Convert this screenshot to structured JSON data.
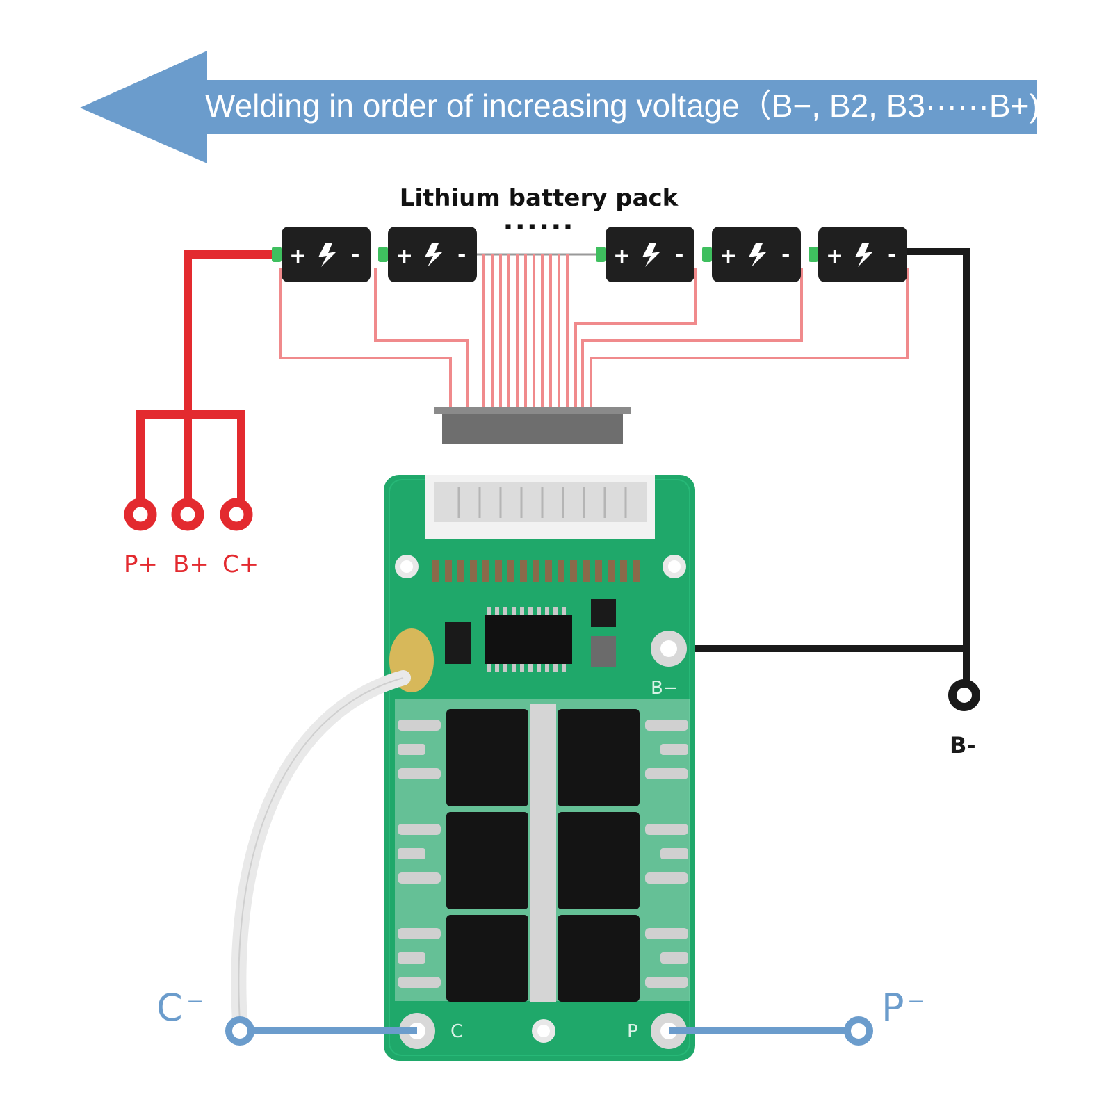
{
  "banner": {
    "text": "Welding in order of increasing voltage（B−, B2, B3······B+)"
  },
  "battery_pack": {
    "title": "Lithium battery pack",
    "ellipsis": "······",
    "cells": [
      {
        "plus": "+",
        "minus": "-"
      },
      {
        "plus": "+",
        "minus": "-"
      },
      {
        "plus": "+",
        "minus": "-"
      },
      {
        "plus": "+",
        "minus": "-"
      },
      {
        "plus": "+",
        "minus": "-"
      }
    ]
  },
  "terminals": {
    "p_plus": "P+",
    "b_plus": "B+",
    "c_plus": "C+",
    "b_minus": "B-",
    "c_minus": "C",
    "c_minus_sign": "−",
    "p_minus": "P",
    "p_minus_sign": "−"
  },
  "pcb_marks": {
    "b_minus_pad": "B−",
    "c_pad": "C",
    "p_pad": "P"
  },
  "colors": {
    "banner": "#6b9ccc",
    "positive_wire": "#e32a2f",
    "negative_wire": "#1a1a1a",
    "output_wire": "#6b9ccc",
    "balance_wire": "#f08a8c",
    "pcb": "#1fa86a"
  }
}
